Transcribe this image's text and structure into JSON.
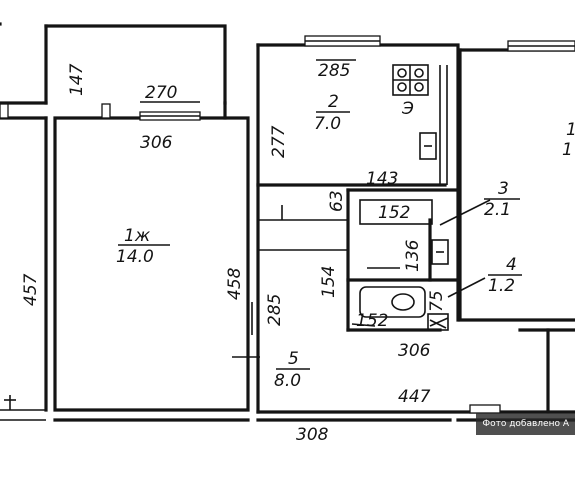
{
  "rooms": [
    {
      "id": "room-1",
      "label": "1ж",
      "area": "14.0"
    },
    {
      "id": "room-2",
      "label": "2",
      "area": "7.0"
    },
    {
      "id": "room-3",
      "label": "3",
      "area": "2.1"
    },
    {
      "id": "room-4",
      "label": "4",
      "area": "1.2"
    },
    {
      "id": "room-5",
      "label": "5",
      "area": "8.0"
    },
    {
      "id": "room-right",
      "label": "1",
      "area": "1"
    }
  ],
  "dimensions": {
    "d147": "147",
    "d270": "270",
    "d306_top": "306",
    "d285_top": "285",
    "d277": "277",
    "d143": "143",
    "d63": "63",
    "d152_a": "152",
    "d136": "136",
    "d154": "154",
    "d457": "457",
    "d458": "458",
    "d285_mid": "285",
    "d75": "75",
    "d152_b": "152",
    "d306_bottom": "306",
    "d447": "447",
    "d308": "308"
  },
  "stove_letter": "Э",
  "watermark": "Фото добавлено А"
}
